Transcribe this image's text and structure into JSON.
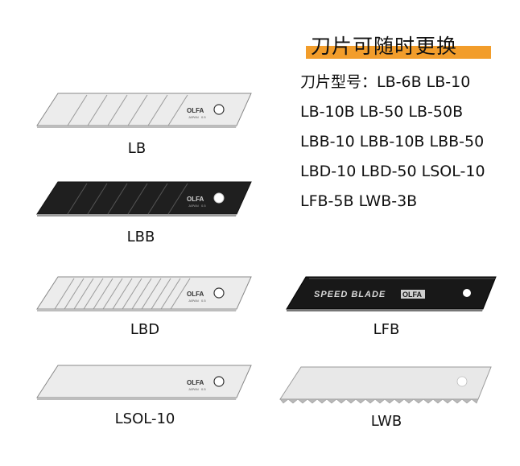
{
  "heading": "刀片可随时更换",
  "models_lines": [
    "刀片型号：LB-6B LB-10",
    "LB-10B LB-50 LB-50B",
    "LBB-10 LBB-10B LBB-50",
    "LBD-10 LBD-50 LSOL-10",
    "LFB-5B LWB-3B"
  ],
  "blades": [
    {
      "label": "LB",
      "brand": "OLFA",
      "origin": "JAPAN",
      "spec": "0.5"
    },
    {
      "label": "LBB",
      "brand": "OLFA",
      "origin": "JAPAN",
      "spec": "0.5"
    },
    {
      "label": "LBD",
      "brand": "OLFA",
      "origin": "JAPAN",
      "spec": "0.5"
    },
    {
      "label": "LSOL-10",
      "brand": "OLFA",
      "origin": "JAPAN",
      "spec": "0.5"
    },
    {
      "label": "LFB",
      "print": "SPEED BLADE",
      "brand": "OLFA"
    },
    {
      "label": "LWB"
    }
  ],
  "colors": {
    "accent_bar": "#f29d2b",
    "silver": "#e6e6e6",
    "black_blade": "#1e1e1e"
  }
}
